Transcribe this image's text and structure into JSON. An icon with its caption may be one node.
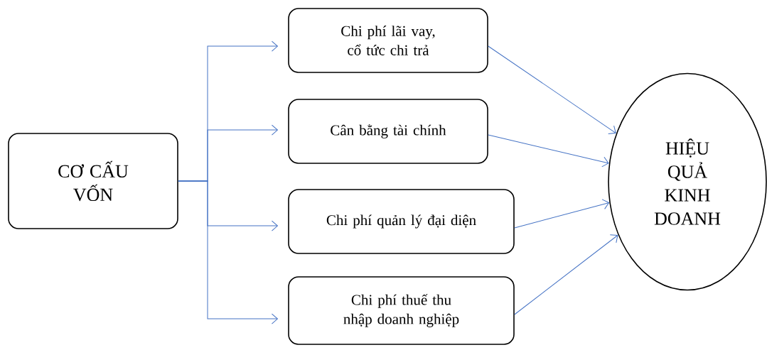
{
  "diagram": {
    "nodes": [
      {
        "text": [
          "CƠ CẤU VỐN"
        ]
      },
      {
        "text": [
          "Chi phí lãi vay, cổ tức chi trả"
        ]
      },
      {
        "text": [
          "Cân bằng tài chính"
        ]
      },
      {
        "text": [
          "Chi phí quản lý đại diện"
        ]
      },
      {
        "text": [
          "Chi phí thuế thu nhập doanh nghiệp"
        ]
      },
      {
        "text": [
          "HIỆU QUẢ KINH DOANH"
        ]
      }
    ],
    "edges": [
      {
        "from": 0,
        "to": 1,
        "arrow": "to"
      },
      {
        "from": 0,
        "to": 2,
        "arrow": "to"
      },
      {
        "from": 0,
        "to": 3,
        "arrow": "to"
      },
      {
        "from": 0,
        "to": 4,
        "arrow": "to"
      },
      {
        "from": 1,
        "to": 5,
        "arrow": "to"
      },
      {
        "from": 2,
        "to": 5,
        "arrow": "to"
      },
      {
        "from": 3,
        "to": 5,
        "arrow": "to"
      },
      {
        "from": 4,
        "to": 5,
        "arrow": "to"
      }
    ]
  }
}
